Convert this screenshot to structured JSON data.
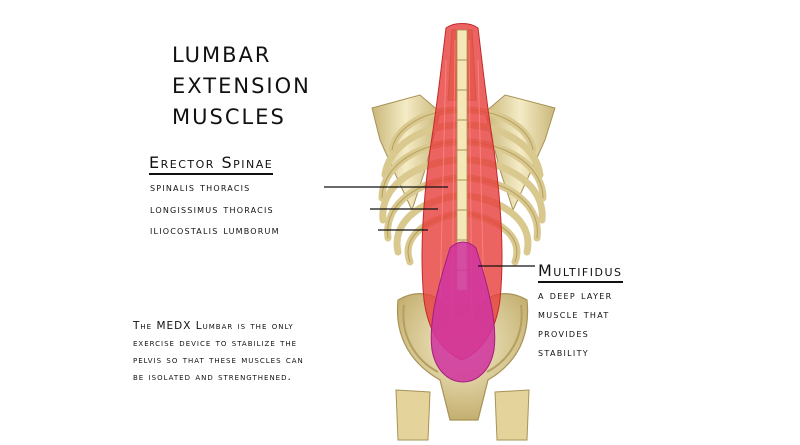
{
  "title": {
    "line1": "LUMBAR",
    "line2": "EXTENSION",
    "line3": "MUSCLES"
  },
  "erector": {
    "heading": "Erector Spinae",
    "labels": [
      "spinalis thoracis",
      "longissimus thoracis",
      "iliocostalis lumborum"
    ]
  },
  "multifidus": {
    "heading": "Multifidus",
    "description": [
      "a deep layer",
      "muscle that",
      "provides",
      "stability"
    ]
  },
  "note": {
    "lines": [
      "The MEDX Lumbar is the only",
      "exercise device to stabilize the",
      "pelvis so that these muscles can",
      "be isolated and strengthened."
    ]
  },
  "colors": {
    "bone": "#efe3b2",
    "bone_shadow": "#c9b679",
    "erector_muscle": "#e8423f",
    "multifidus_muscle": "#d0359f",
    "leader_line": "#111111"
  }
}
